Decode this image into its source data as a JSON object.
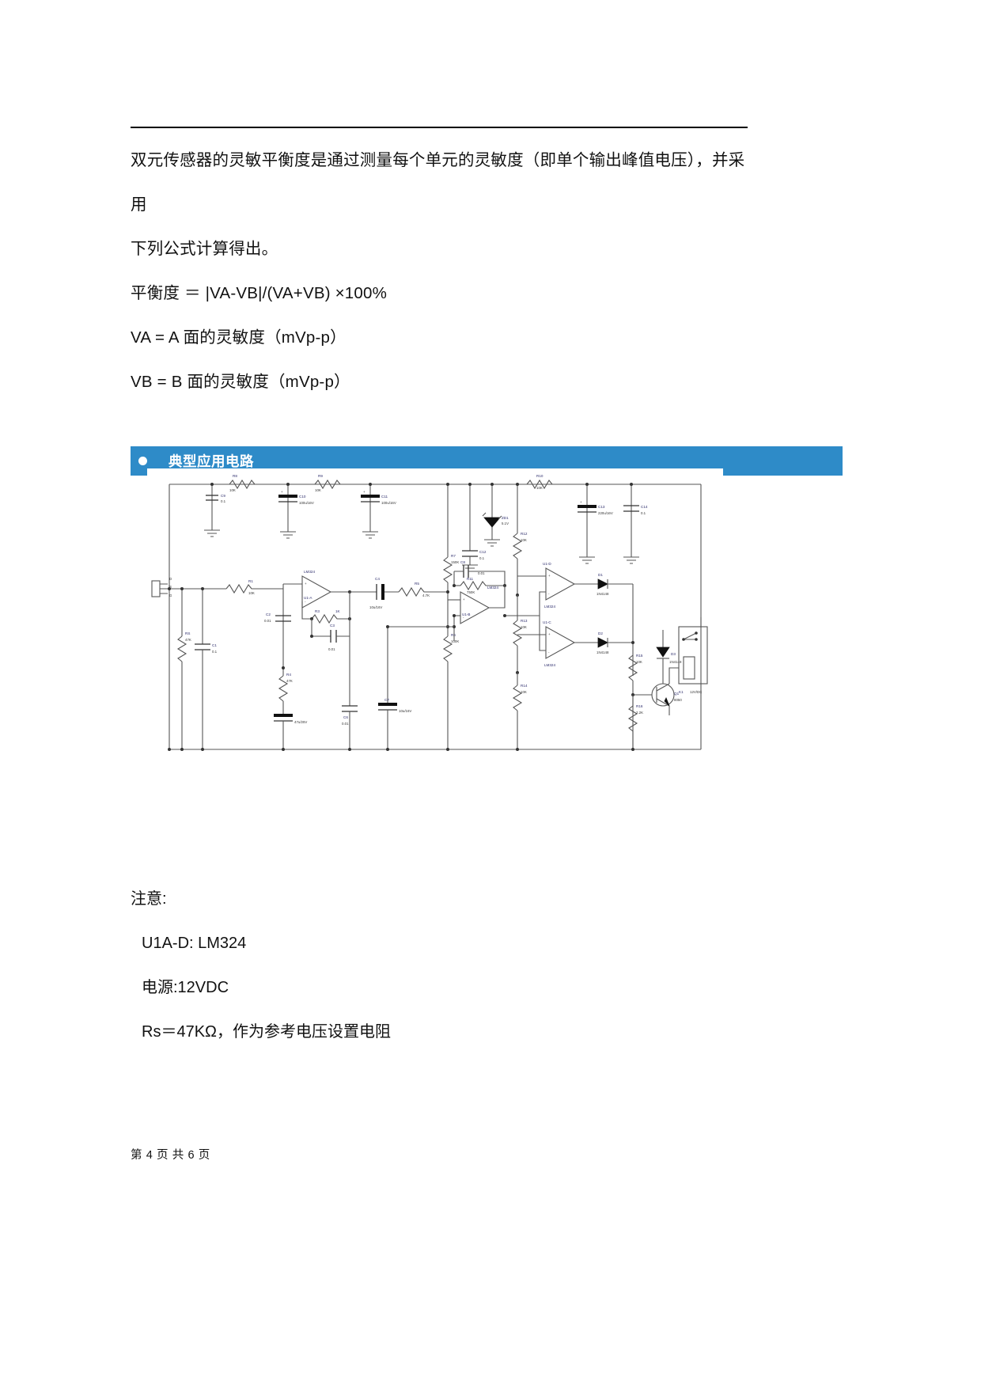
{
  "document": {
    "paragraphs": [
      "双元传感器的灵敏平衡度是通过测量每个单元的灵敏度（即单个输出峰值电压），并采用",
      "下列公式计算得出。",
      "平衡度 ＝ |VA-VB|/(VA+VB) ×100%",
      "VA = A 面的灵敏度（mVp-p）",
      "VB = B 面的灵敏度（mVp-p）"
    ],
    "section_banner": {
      "bullet": "bullet-dot",
      "title": "典型应用电路",
      "color": "#2e8bc8"
    },
    "notes": {
      "heading": "注意:",
      "lines": [
        "U1A-D: LM324",
        "电源:12VDC",
        "Rs＝47KΩ，作为参考电压设置电阻"
      ]
    },
    "footer": {
      "text": "第 4 页 共 6 页"
    }
  },
  "chart_data": {
    "type": "diagram",
    "title": "典型应用电路",
    "subtype": "schematic",
    "components": [
      {
        "ref": "C9",
        "value": "0.1",
        "type": "capacitor"
      },
      {
        "ref": "R8",
        "value": "10K",
        "type": "resistor"
      },
      {
        "ref": "C10",
        "value": "100u/16V",
        "type": "capacitor-polarized"
      },
      {
        "ref": "R9",
        "value": "10K",
        "type": "resistor"
      },
      {
        "ref": "C11",
        "value": "100u/16V",
        "type": "capacitor-polarized"
      },
      {
        "ref": "R10",
        "value": "10K",
        "type": "resistor"
      },
      {
        "ref": "ZD1",
        "value": "5.1V",
        "type": "zener-diode"
      },
      {
        "ref": "C13",
        "value": "220u/16V",
        "type": "capacitor-polarized"
      },
      {
        "ref": "C14",
        "value": "0.1",
        "type": "capacitor"
      },
      {
        "ref": "RS",
        "value": "47K",
        "type": "resistor"
      },
      {
        "ref": "C1",
        "value": "0.1",
        "type": "capacitor"
      },
      {
        "ref": "R1",
        "value": "10K",
        "type": "resistor"
      },
      {
        "ref": "C2",
        "value": "0.01",
        "type": "capacitor"
      },
      {
        "ref": "R3",
        "value": "1K",
        "type": "resistor"
      },
      {
        "ref": "C3",
        "value": "0.01",
        "type": "capacitor"
      },
      {
        "ref": "R4",
        "value": "47K",
        "type": "resistor"
      },
      {
        "ref": "C4",
        "value": "10u/16V",
        "type": "capacitor-polarized"
      },
      {
        "ref": "R5",
        "value": "4.7K",
        "type": "resistor"
      },
      {
        "ref": "R7",
        "value": "150K",
        "type": "resistor"
      },
      {
        "ref": "C12",
        "value": "0.1",
        "type": "capacitor"
      },
      {
        "ref": "C8",
        "value": "0.01",
        "type": "capacitor"
      },
      {
        "ref": "R11",
        "value": "750K",
        "type": "resistor"
      },
      {
        "ref": "R6",
        "value": "100K",
        "type": "resistor"
      },
      {
        "ref": "C6",
        "value": "0.01",
        "type": "capacitor"
      },
      {
        "ref": "C7",
        "value": "10u/16V",
        "type": "capacitor-polarized"
      },
      {
        "ref": "C5",
        "value": "47u/25V",
        "type": "capacitor-polarized"
      },
      {
        "ref": "R12",
        "value": "10K",
        "type": "resistor"
      },
      {
        "ref": "R13",
        "value": "10K",
        "type": "resistor"
      },
      {
        "ref": "R14",
        "value": "10K",
        "type": "resistor"
      },
      {
        "ref": "R15",
        "value": "10K",
        "type": "resistor"
      },
      {
        "ref": "R16",
        "value": "2.2K",
        "type": "resistor"
      },
      {
        "ref": "D1",
        "value": "1N4148",
        "type": "diode"
      },
      {
        "ref": "D2",
        "value": "1N4148",
        "type": "diode"
      },
      {
        "ref": "D3",
        "value": "1N4148",
        "type": "diode"
      },
      {
        "ref": "Q1",
        "value": "8050",
        "type": "transistor-npn"
      },
      {
        "ref": "K1",
        "value": "12V/DC",
        "type": "relay"
      },
      {
        "ref": "U1-A",
        "value": "LM324",
        "type": "opamp"
      },
      {
        "ref": "U1-B",
        "value": "LM324",
        "type": "opamp"
      },
      {
        "ref": "U1-C",
        "value": "LM324",
        "type": "opamp"
      },
      {
        "ref": "U1-D",
        "value": "LM324",
        "type": "opamp"
      }
    ],
    "connector_pins": [
      "D",
      "S",
      "G"
    ]
  }
}
